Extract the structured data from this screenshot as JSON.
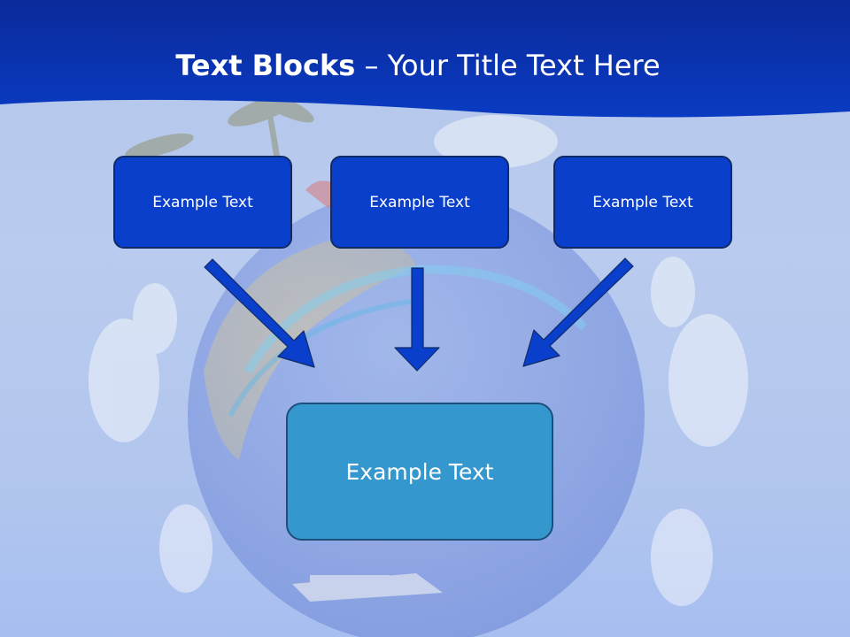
{
  "title": {
    "bold": "Text Blocks",
    "separator": " – ",
    "rest": "Your Title Text Here"
  },
  "blocks": {
    "top": [
      {
        "label": "Example Text"
      },
      {
        "label": "Example Text"
      },
      {
        "label": "Example Text"
      }
    ],
    "bottom": {
      "label": "Example Text"
    }
  },
  "colors": {
    "header": "#0a2fa8",
    "top_box_fill": "#0a3fcc",
    "top_box_border": "#0f2a66",
    "bottom_box_fill": "#3497cd",
    "bottom_box_border": "#1c4f7c",
    "arrow": "#0a3fcc"
  }
}
